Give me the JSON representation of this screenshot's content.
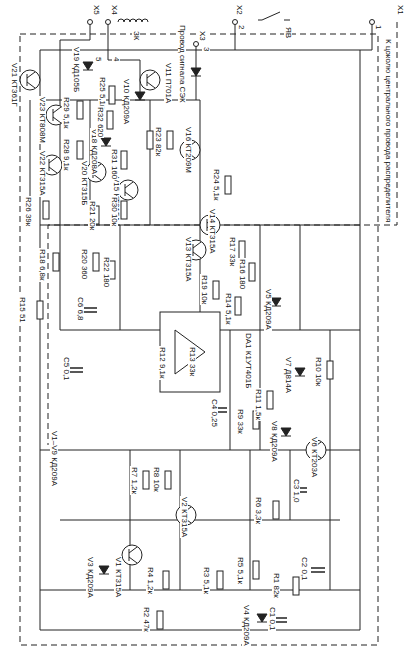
{
  "diagram": {
    "labels": [
      "X1",
      "X2",
      "X3",
      "X4",
      "X5",
      "1",
      "2",
      "3",
      "4",
      "5",
      "ЯВ",
      "Провод сигнала СЭК",
      "ЗК",
      "К цоколю центрального провода распределителя",
      "V11 П701А",
      "V10 КД209А",
      "R25 5,1к",
      "V19 КД105Б",
      "V18 КД208А",
      "R23 82к",
      "V16 КТ209М",
      "V15 КТ315А",
      "R21 20к",
      "R22 180",
      "C6 6,8",
      "R24 5,1к",
      "V14 КТ315А",
      "V13 КТ315А",
      "R19 10к",
      "R17 33к",
      "R16 180",
      "R14 5,1к",
      "V5 КД209А",
      "R13 33к",
      "R12 9,1к",
      "DA1 К1УТ401Б",
      "C4 0,25",
      "R11 1,5к",
      "V7 Д814А",
      "R10 10к",
      "R9 33к",
      "V8 КД209А",
      "V2 КТ315А",
      "R8 10к",
      "R7 1,2к",
      "R6 3,3к",
      "C3 1,0",
      "V6 КТ203А",
      "R5 5,1к",
      "R4 1,2к",
      "R3 5,1к",
      "R2 47к",
      "R1 82к",
      "C1 0,1",
      "V1 КТ315А",
      "V3 КД209А",
      "C2 0,1",
      "V4 КД209А",
      "V1–V9 КД209А",
      "V21 КТ361Г",
      "V23 КТ808М",
      "R29 5,1к",
      "R28 9,1к",
      "V22 КТ315А",
      "R32 620",
      "R31 160",
      "R30 10к",
      "V20 КТ315Б",
      "R26 39к",
      "R18 6,8к",
      "R20 360",
      "R15 51",
      "C5 0,1"
    ]
  }
}
